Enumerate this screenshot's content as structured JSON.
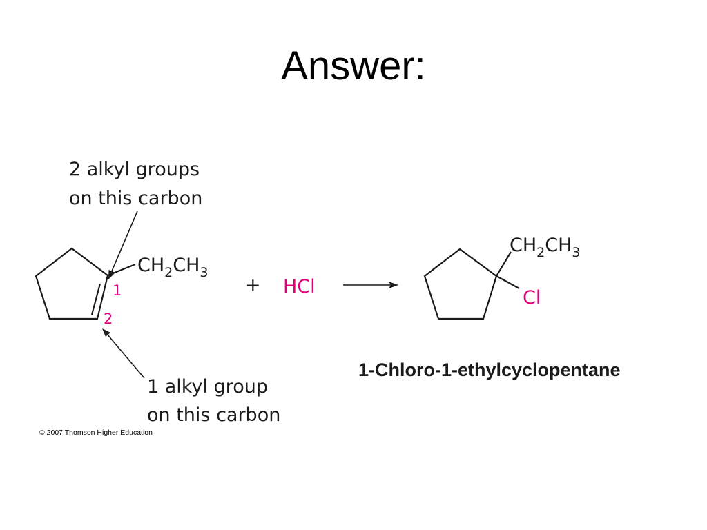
{
  "title": "Answer:",
  "reactant": {
    "annotation_top": [
      "2 alkyl groups",
      "on this carbon"
    ],
    "annotation_bottom": [
      "1 alkyl group",
      "on this carbon"
    ],
    "substituent": {
      "part1": "CH",
      "sub1": "2",
      "part2": "CH",
      "sub2": "3"
    },
    "carbon_labels": [
      "1",
      "2"
    ]
  },
  "plus": "+",
  "reagent": "HCl",
  "product": {
    "substituent": {
      "part1": "CH",
      "sub1": "2",
      "part2": "CH",
      "sub2": "3"
    },
    "halogen": "Cl",
    "name": "1-Chloro-1-ethylcyclopentane"
  },
  "copyright": "© 2007 Thomson Higher Education",
  "colors": {
    "highlight": "#e2007a",
    "ink": "#1a1a1a"
  }
}
